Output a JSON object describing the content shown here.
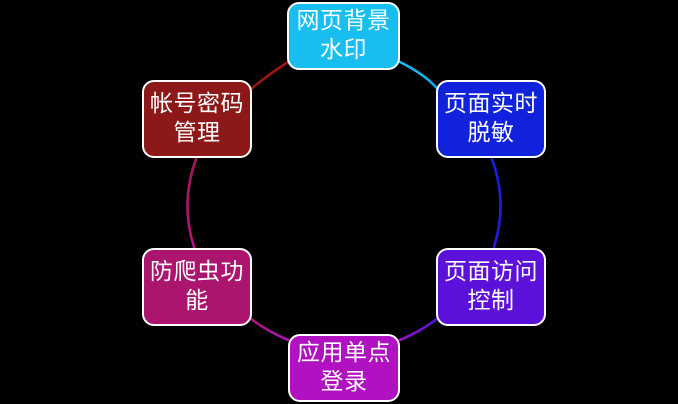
{
  "diagram": {
    "type": "cycle",
    "background_color": "#000000",
    "node_border_color": "#ffffff",
    "node_text_color": "#ffffff",
    "nodes": [
      {
        "id": "watermark",
        "label": "网页背景\n水印",
        "color": "#17beef",
        "position": "top"
      },
      {
        "id": "masking",
        "label": "页面实时\n脱敏",
        "color": "#1122dc",
        "position": "upper-right"
      },
      {
        "id": "access",
        "label": "页面访问\n控制",
        "color": "#5b11d9",
        "position": "lower-right"
      },
      {
        "id": "sso",
        "label": "应用单点\n登录",
        "color": "#b012c2",
        "position": "bottom"
      },
      {
        "id": "anticrawler",
        "label": "防爬虫功\n能",
        "color": "#ac156e",
        "position": "lower-left"
      },
      {
        "id": "account",
        "label": "帐号密码\n管理",
        "color": "#8d1818",
        "position": "upper-left"
      }
    ],
    "connectors": [
      {
        "id": "watermark-to-masking",
        "from": "watermark",
        "to": "masking",
        "from_color": "#17beef",
        "to_color": "#1122dc"
      },
      {
        "id": "masking-to-access",
        "from": "masking",
        "to": "access",
        "from_color": "#1122dc",
        "to_color": "#3b16d8"
      },
      {
        "id": "access-to-sso",
        "from": "access",
        "to": "sso",
        "from_color": "#5b11d9",
        "to_color": "#b012c2"
      },
      {
        "id": "sso-to-anticrawler",
        "from": "sso",
        "to": "anticrawler",
        "from_color": "#b012c2",
        "to_color": "#ac156e"
      },
      {
        "id": "anticrawler-to-account",
        "from": "anticrawler",
        "to": "account",
        "from_color": "#ac156e",
        "to_color": "#a3175a"
      },
      {
        "id": "account-to-watermark",
        "from": "account",
        "to": "watermark",
        "from_color": "#8d1818",
        "to_color": "#a01414"
      }
    ]
  }
}
